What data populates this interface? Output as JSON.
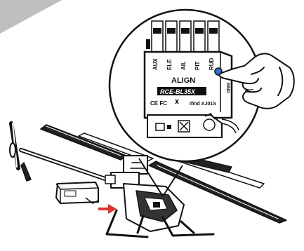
{
  "diagram": {
    "receiver_labels": {
      "brand": "ALIGN",
      "model": "RCE-BL35X",
      "ports": [
        "AUX",
        "ELE",
        "AIL",
        "PIT",
        "RUD"
      ],
      "fcc": "CE FC",
      "sub": "Ifind AJ01S",
      "bind": "BIND"
    },
    "accent_colors": {
      "led": "#2f6fd8",
      "arrow": "#e0302a",
      "corner_tab": "#b8b8b8"
    },
    "icons": [
      "hand-pointer-icon",
      "led-indicator-icon",
      "insert-arrow-icon"
    ]
  }
}
